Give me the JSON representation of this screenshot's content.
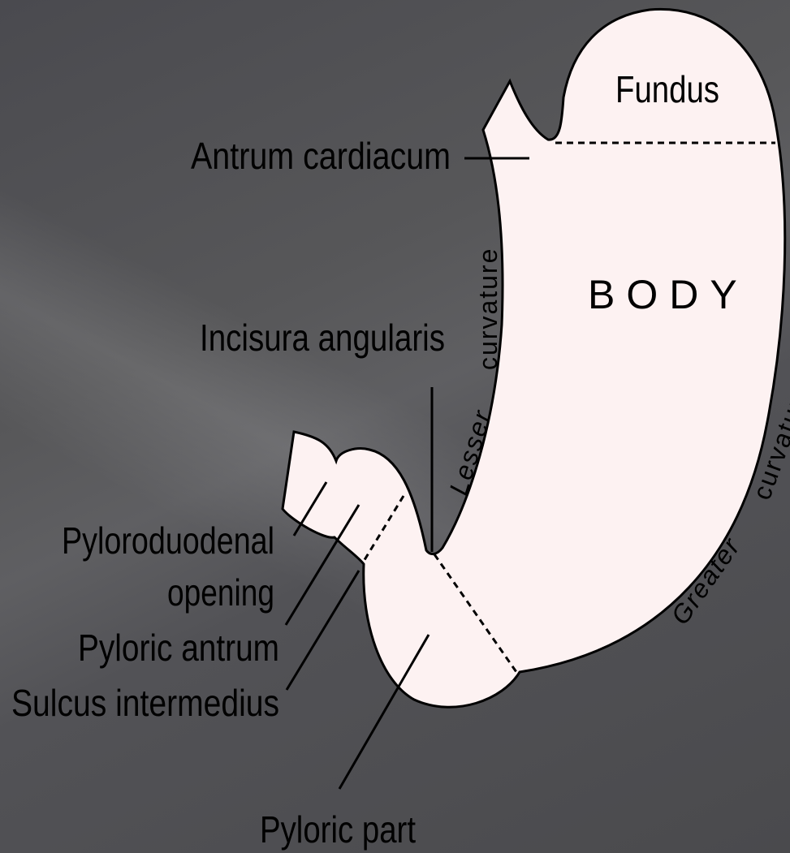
{
  "labels": {
    "fundus": "Fundus",
    "antrum_cardiacum": "Antrum cardiacum",
    "body": "BODY",
    "incisura_angularis": "Incisura angularis",
    "lesser_curvature_a": "Lesser",
    "lesser_curvature_b": "curvature",
    "greater_curvature_a": "Greater",
    "greater_curvature_b": "curvature",
    "pyloroduodenal_line1": "Pyloroduodenal",
    "pyloroduodenal_line2": "opening",
    "pyloric_antrum": "Pyloric antrum",
    "sulcus_intermedius": "Sulcus intermedius",
    "pyloric_part": "Pyloric part"
  },
  "colors": {
    "stomach_fill": "#fdf2f2",
    "outline": "#000000",
    "background": "#58585b"
  }
}
